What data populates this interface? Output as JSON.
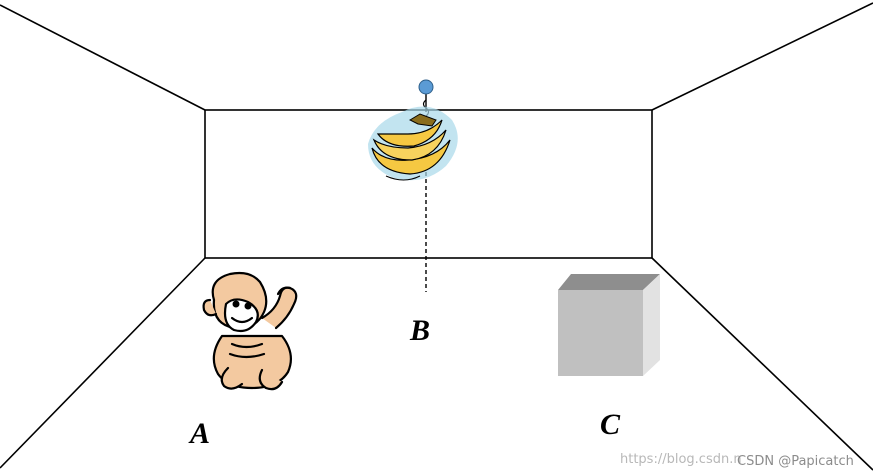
{
  "labels": {
    "monkey": "A",
    "banana": "B",
    "box": "C"
  },
  "watermark": {
    "url": "https://blog.csdn.n",
    "brand": "CSDN @Papicatch"
  },
  "icons": {
    "monkey": "monkey-icon",
    "banana": "banana-bunch-icon",
    "box": "box-icon",
    "hook": "hook-icon"
  },
  "colors": {
    "line": "#000000",
    "hook": "#5b9bd5",
    "banana_fill": "#f5c842",
    "banana_shadow": "#a8d8ea",
    "monkey_fill": "#f3c9a0",
    "box_front": "#c0c0c0",
    "box_top": "#8e8e8e",
    "box_side": "#e2e2e2"
  }
}
